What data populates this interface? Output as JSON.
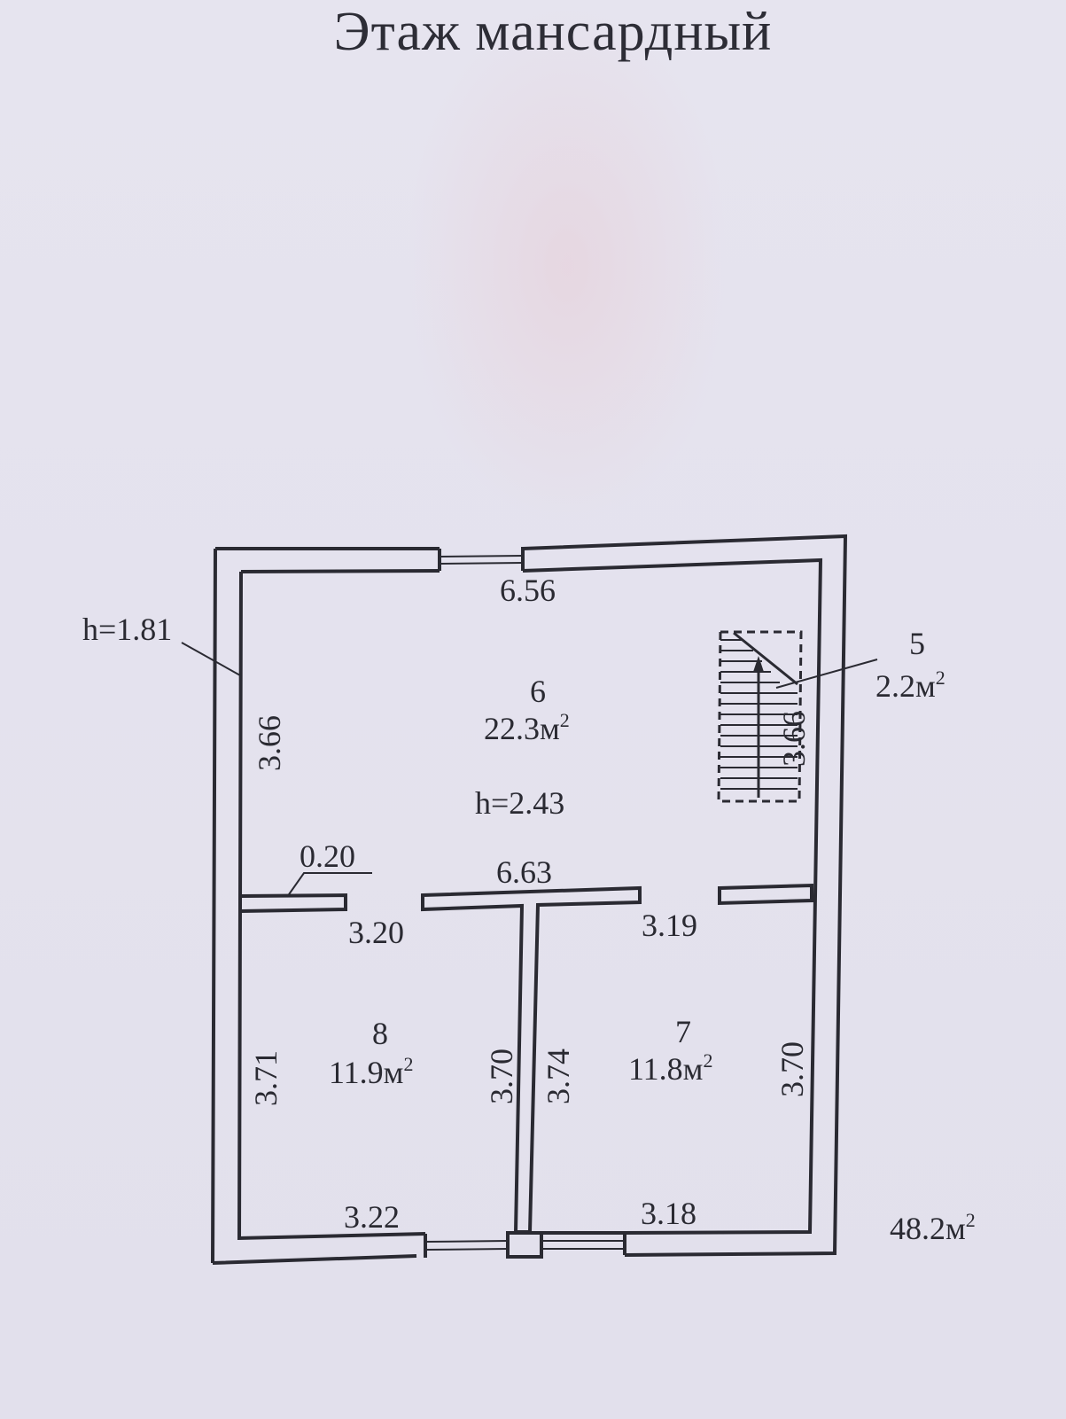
{
  "title": "Этаж мансардный",
  "total_area": {
    "value": "48.2м",
    "sup": "2"
  },
  "rooms": [
    {
      "number": "6",
      "area": "22.3м",
      "sup": "2",
      "height": "h=2.43"
    },
    {
      "number": "5",
      "area": "2.2м",
      "sup": "2"
    },
    {
      "number": "8",
      "area": "11.9м",
      "sup": "2"
    },
    {
      "number": "7",
      "area": "11.8м",
      "sup": "2"
    }
  ],
  "heights": {
    "attic_edge": "h=1.81"
  },
  "dimensions": {
    "top": "6.56",
    "left_upper": "3.66",
    "stair": "3.66",
    "partition_thickness": "0.20",
    "partition_middle": "6.63",
    "room8_top": "3.20",
    "room7_top": "3.19",
    "room8_left": "3.71",
    "room8_right": "3.70",
    "room7_left": "3.74",
    "room7_right": "3.70",
    "bottom_left": "3.22",
    "bottom_right": "3.18"
  },
  "colors": {
    "ink": "#2a2a32",
    "paper": "#e4e2ee"
  }
}
